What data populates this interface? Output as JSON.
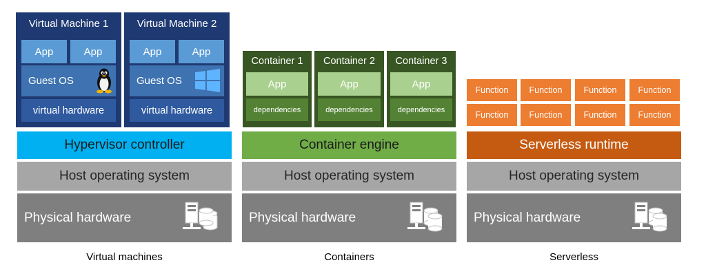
{
  "virtual_machines": {
    "caption": "Virtual machines",
    "vms": [
      {
        "title": "Virtual Machine 1",
        "apps": [
          "App",
          "App"
        ],
        "guest_os": "Guest OS",
        "os_icon": "linux-penguin-icon",
        "hardware": "virtual hardware"
      },
      {
        "title": "Virtual Machine 2",
        "apps": [
          "App",
          "App"
        ],
        "guest_os": "Guest OS",
        "os_icon": "windows-logo-icon",
        "hardware": "virtual hardware"
      }
    ],
    "layer": "Hypervisor controller",
    "host": "Host operating system",
    "physical": "Physical hardware"
  },
  "containers": {
    "caption": "Containers",
    "items": [
      {
        "title": "Container 1",
        "app": "App",
        "deps": "dependencies"
      },
      {
        "title": "Container 2",
        "app": "App",
        "deps": "dependencies"
      },
      {
        "title": "Container 3",
        "app": "App",
        "deps": "dependencies"
      }
    ],
    "layer": "Container engine",
    "host": "Host operating system",
    "physical": "Physical hardware"
  },
  "serverless": {
    "caption": "Serverless",
    "functions": [
      "Function",
      "Function",
      "Function",
      "Function",
      "Function",
      "Function",
      "Function",
      "Function"
    ],
    "layer": "Serverless runtime",
    "host": "Host operating system",
    "physical": "Physical hardware"
  },
  "colors": {
    "vm_box": "#1f3a72",
    "hypervisor": "#00b0f0",
    "container_box": "#375623",
    "container_engine": "#70ad47",
    "function": "#ed7d31",
    "serverless_runtime": "#c55a11",
    "host_os": "#a6a6a6",
    "physical": "#7f7f7f"
  },
  "icons": {
    "server": "server-database-icon"
  }
}
